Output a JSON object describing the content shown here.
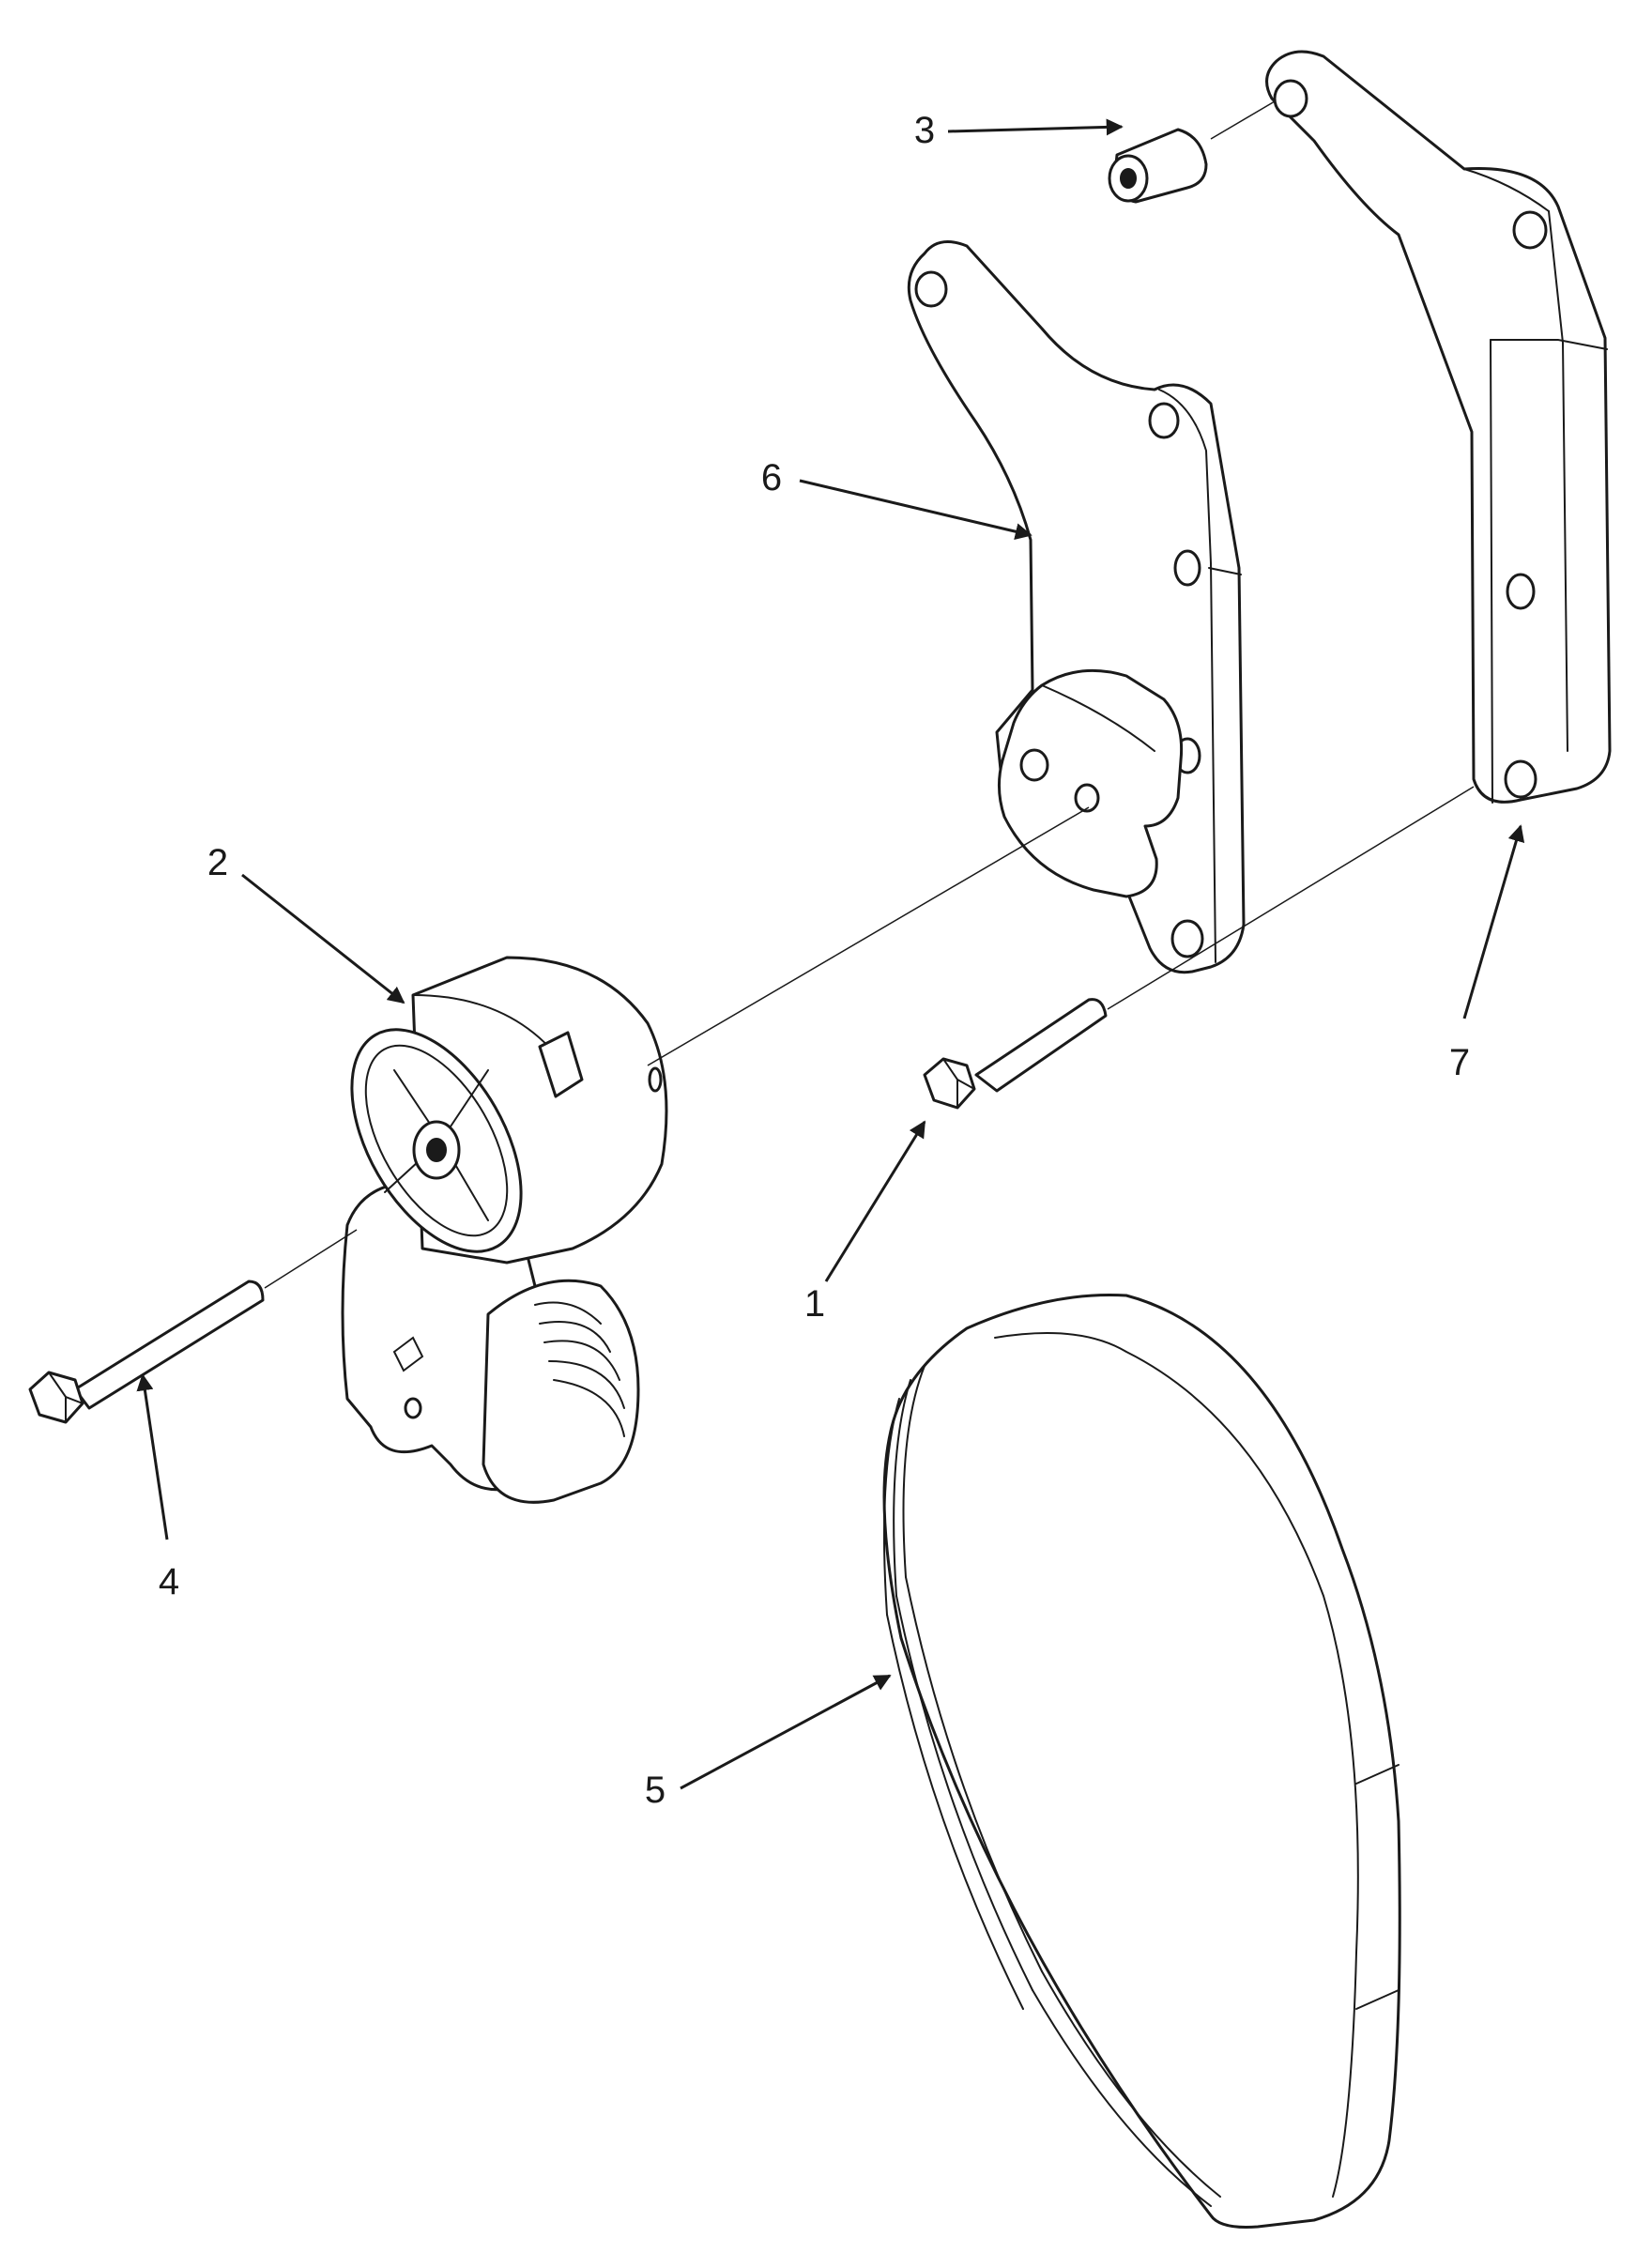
{
  "colors": {
    "line": "#1a1a1a",
    "background": "#ffffff"
  },
  "callouts": [
    {
      "id": "1",
      "label": "1"
    },
    {
      "id": "2",
      "label": "2"
    },
    {
      "id": "3",
      "label": "3"
    },
    {
      "id": "4",
      "label": "4"
    },
    {
      "id": "5",
      "label": "5"
    },
    {
      "id": "6",
      "label": "6"
    },
    {
      "id": "7",
      "label": "7"
    }
  ]
}
